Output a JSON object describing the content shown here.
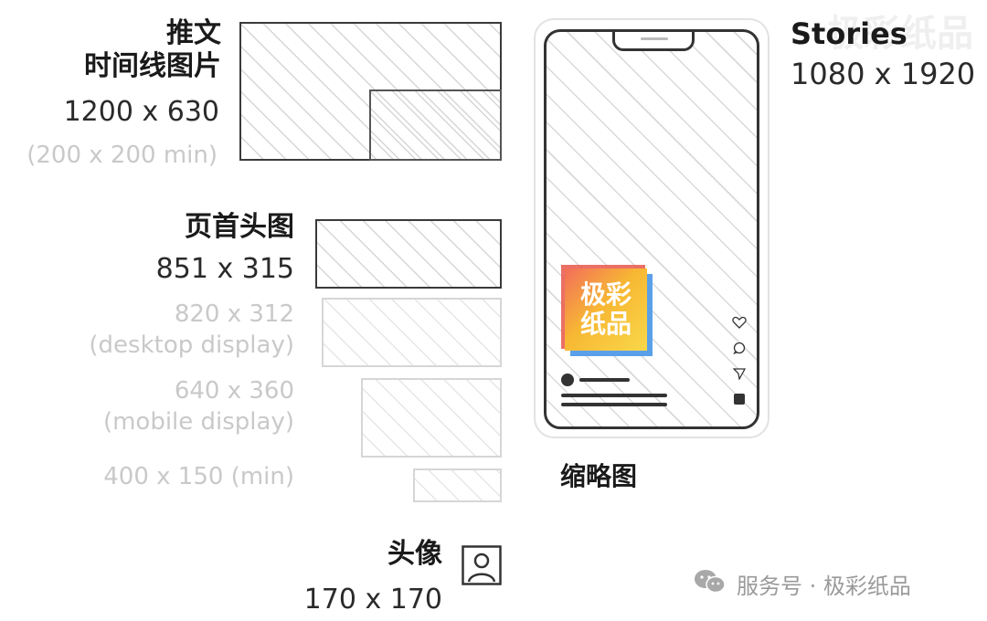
{
  "tweet_image": {
    "title_line1": "推文",
    "title_line2": "时间线图片",
    "size": "1200 x 630",
    "min": "(200 x 200 min)"
  },
  "header_image": {
    "title": "页首头图",
    "size": "851 x 315",
    "desktop_size": "820 x 312",
    "desktop_note": "(desktop display)",
    "mobile_size": "640 x 360",
    "mobile_note": "(mobile display)",
    "min": "400 x 150 (min)"
  },
  "avatar": {
    "title": "头像",
    "size": "170 x 170",
    "icon": "user-portrait-icon"
  },
  "stories": {
    "title": "Stories",
    "size": "1080 x 1920"
  },
  "thumbnail": {
    "title": "缩略图"
  },
  "stamp": {
    "line1": "极彩",
    "line2": "纸品"
  },
  "watermark": {
    "top_right": "极彩纸品",
    "footer": "服务号 · 极彩纸品",
    "icon": "wechat-icon"
  },
  "phone_icons": [
    "heart-icon",
    "comment-icon",
    "send-icon",
    "bookmark-icon"
  ]
}
